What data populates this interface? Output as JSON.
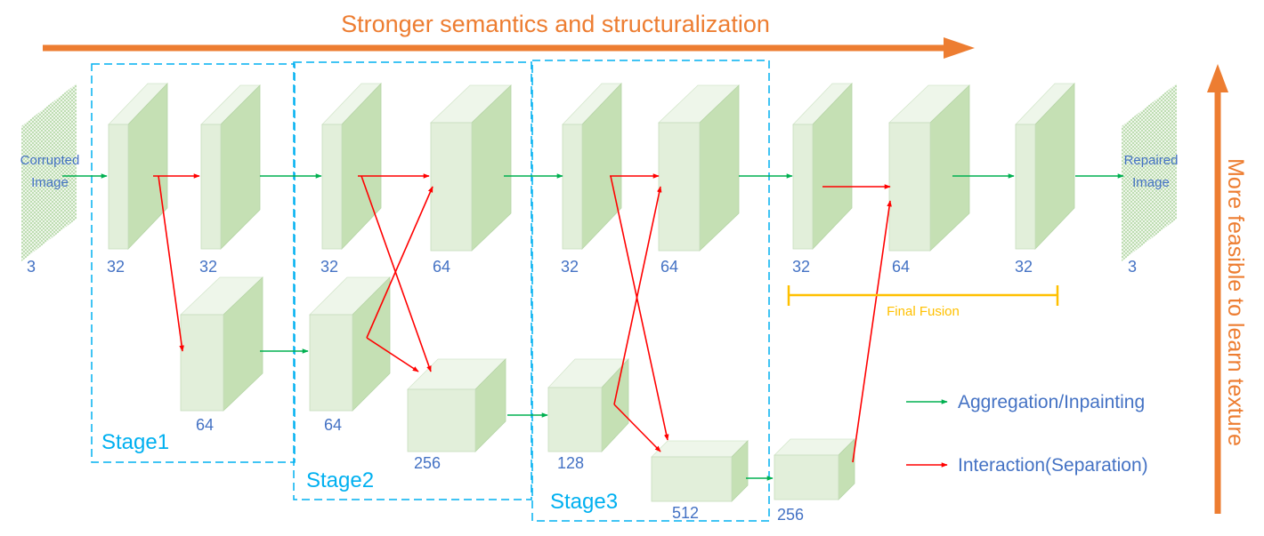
{
  "titles": {
    "top": "Stronger semantics and structuralization",
    "side": "More feasible to learn texture"
  },
  "images": {
    "input": {
      "line1": "Corrupted",
      "line2": "Image",
      "channels": "3"
    },
    "output": {
      "line1": "Repaired",
      "line2": "Image",
      "channels": "3"
    }
  },
  "stages": [
    "Stage1",
    "Stage2",
    "Stage3"
  ],
  "fusion_label": "Final Fusion",
  "legend": {
    "aggregation": "Aggregation/Inpainting",
    "interaction": "Interaction(Separation)"
  },
  "colors": {
    "orange": "#ed7d31",
    "green_arrow": "#00b050",
    "red_arrow": "#ff0000",
    "stage_border": "#00b0f0",
    "fusion": "#ffc000",
    "text_blue": "#4472c4",
    "block_front": "#e2efda",
    "block_side": "#c5e0b4"
  },
  "blocks": [
    {
      "id": "s1-top-a",
      "channels": "32"
    },
    {
      "id": "s1-top-b",
      "channels": "32"
    },
    {
      "id": "s1-bottom",
      "channels": "64"
    },
    {
      "id": "s2-top-a",
      "channels": "32"
    },
    {
      "id": "s2-top-b",
      "channels": "64"
    },
    {
      "id": "s2-bottom-a",
      "channels": "64"
    },
    {
      "id": "s2-bottom-b",
      "channels": "256"
    },
    {
      "id": "s3-top-a",
      "channels": "32"
    },
    {
      "id": "s3-top-b",
      "channels": "64"
    },
    {
      "id": "s3-bottom-a",
      "channels": "128"
    },
    {
      "id": "s3-bottom-b",
      "channels": "512"
    },
    {
      "id": "fusion-top-a",
      "channels": "32"
    },
    {
      "id": "fusion-top-b",
      "channels": "64"
    },
    {
      "id": "fusion-top-c",
      "channels": "32"
    },
    {
      "id": "fusion-bottom",
      "channels": "256"
    }
  ]
}
